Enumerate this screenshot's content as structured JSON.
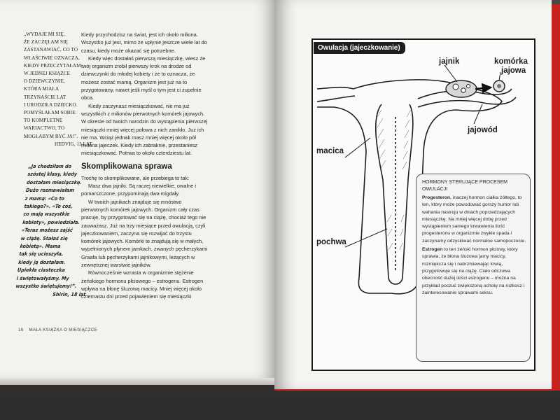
{
  "left_page": {
    "quote1": {
      "lines": [
        "„Wydaje mi się,",
        "że zaczęłam się",
        "zastanawiać, co to",
        "właściwie oznacza,",
        "kiedy przeczytałam",
        "w jednej książce",
        "o dziewczynie,",
        "która miała",
        "trzynaście lat",
        "i urodziła dziecko.",
        "Pomyślałam sobie:",
        "to kompletne",
        "wariactwo, to",
        "mogłabym być ja!”."
      ],
      "author": "Hedvig, 13 lat"
    },
    "quote2": {
      "lines": [
        "„Ja chodziłam do",
        "szóstej klasy, kiedy",
        "dostałam miesiączkę.",
        "Dużo rozmawiałam",
        "z mamą: «Co to",
        "takiego?». «To coś,",
        "co mają wszystkie",
        "kobiety», powiedziała.",
        "«Teraz możesz zajść",
        "w ciążę. Stałaś się",
        "kobietą». Mama",
        "tak się ucieszyła,",
        "kiedy ją dostałam.",
        "Upiekła ciasteczka",
        "i świętowałyśmy. My",
        "wszystko świętujemy!”."
      ],
      "author": "Shirin, 18 lat"
    },
    "paragraphs_top": [
      "Kiedy przychodzisz na świat, jest ich około miliona. Wszystko już jest, mimo że upłynie jeszcze wiele lat do czasu, kiedy może okazać się potrzebne.",
      "Kiedy więc dostałaś pierwszą miesiączkę, wiesz że twój organizm zrobił pierwszy krok na drodze od dziewczynki do młodej kobiety i że to oznacza, że możesz zostać mamą. Organizm jest już na to przygotowany, nawet jeśli myśl o tym jest ci zupełnie obca.",
      "Kiedy zaczynasz miesiączkować, nie ma już wszystkich z milionów pierwotnych komórek jajowych. W okresie od twoich narodzin do wystąpienia pierwszej miesiączki mniej więcej połowa z nich zanikło. Już ich nie ma. Wciąż jednak masz mniej więcej około pół miliona jajeczek. Kiedy ich zabraknie, przestaniesz miesiączkować. Potrwa to około czterdziestu lat."
    ],
    "heading": "Skomplikowana sprawa",
    "paragraphs_bottom": [
      "Trochę to skomplikowane, ale przebiega to tak:",
      "Masz dwa jajniki. Są raczej niewielkie, owalne i pomarszczone, przypominają dwa migdały.",
      "W twoich jajnikach znajduje się mnóstwo pierwotnych komórek jajowych. Organizm cały czas pracuje, by przygotować się na ciążę, chociaż tego nie zauważasz. Już na trzy miesiące przed owulacją, czyli jajeczkowaniem, zaczyna się rozwijać do trzystu komórek jajowych. Komórki te znajdują się w małych, wypełnionych płynem jamkach, zwanych pęcherzykami Graafa lub pęcherzykami jajnikowymi, leżących w zewnętrznej warstwie jajników.",
      "Równocześnie wzrasta w organizmie stężenie żeńskiego hormonu płciowego – estrogenu. Estrogen wpływa na błonę śluzową macicy. Mniej więcej około czternastu dni przed pojawieniem się miesiączki"
    ],
    "folio_number": "16",
    "folio_title": "Mała książka o miesiączce"
  },
  "right_page": {
    "figure_title": "Owulacja (jajeczkowanie)",
    "labels": {
      "jajnik": "jajnik",
      "komorka": "komórka",
      "jajowa": "jajowa",
      "jajowod": "jajowód",
      "macica": "macica",
      "pochwa": "pochwa"
    },
    "hormone_box": {
      "title": "Hormony sterujące procesem owulacji",
      "progesteron_term": "Progesteron",
      "progesteron_text": ", inaczej hormon ciałka żółtego, to ten, który może powodować gorszy humor lub wahania nastroju w dniach poprzedzających miesiączkę. Na mniej więcej dobę przed wystąpieniem samego krwawienia ilość progesteronu w organizmie zwykle spada i zaczynamy odzyskiwać normalne samopoczucie.",
      "estrogen_term": "Estrogen",
      "estrogen_text": " to ten żeński hormon płciowy, który sprawia, że błona śluzowa jamy macicy, rozmiękcza się i nabrzmiewając krwią, przygotowuje się na ciążę. Ciało odczuwa obecność dużej ilości estrogenu – można na przykład poczuć zwiększoną ochotę na rozkosz i zainteresowanie sprawami seksu."
    }
  },
  "colors": {
    "cover_red": "#c8221e",
    "figure_title_bg": "#1e1e1e",
    "paper": "#f6f5f2"
  }
}
